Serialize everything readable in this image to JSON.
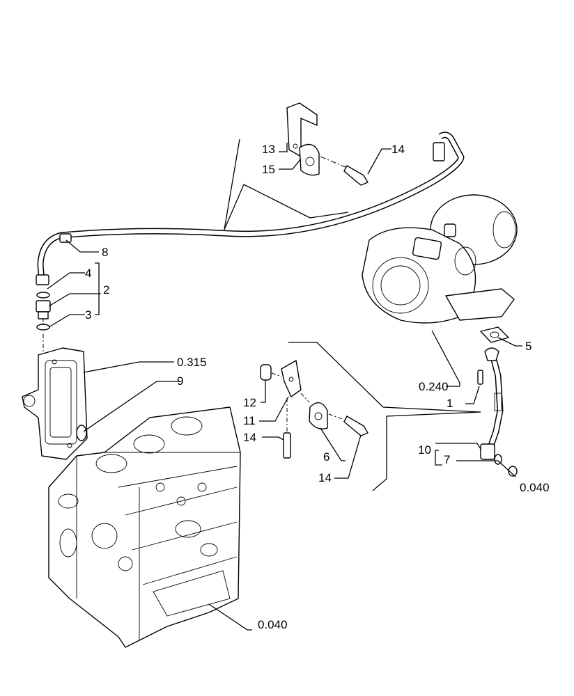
{
  "callouts": {
    "c13": "13",
    "c14_top": "14",
    "c15": "15",
    "c8": "8",
    "c4": "4",
    "c2": "2",
    "c3": "3",
    "c0315": "0.315",
    "c9": "9",
    "c5": "5",
    "c0240": "0.240",
    "c1": "1",
    "c12": "12",
    "c11": "11",
    "c14_mid": "14",
    "c6": "6",
    "c14_bot": "14",
    "c10": "10",
    "c7": "7",
    "c0040_right": "0.040",
    "c0040_bottom": "0.040"
  }
}
